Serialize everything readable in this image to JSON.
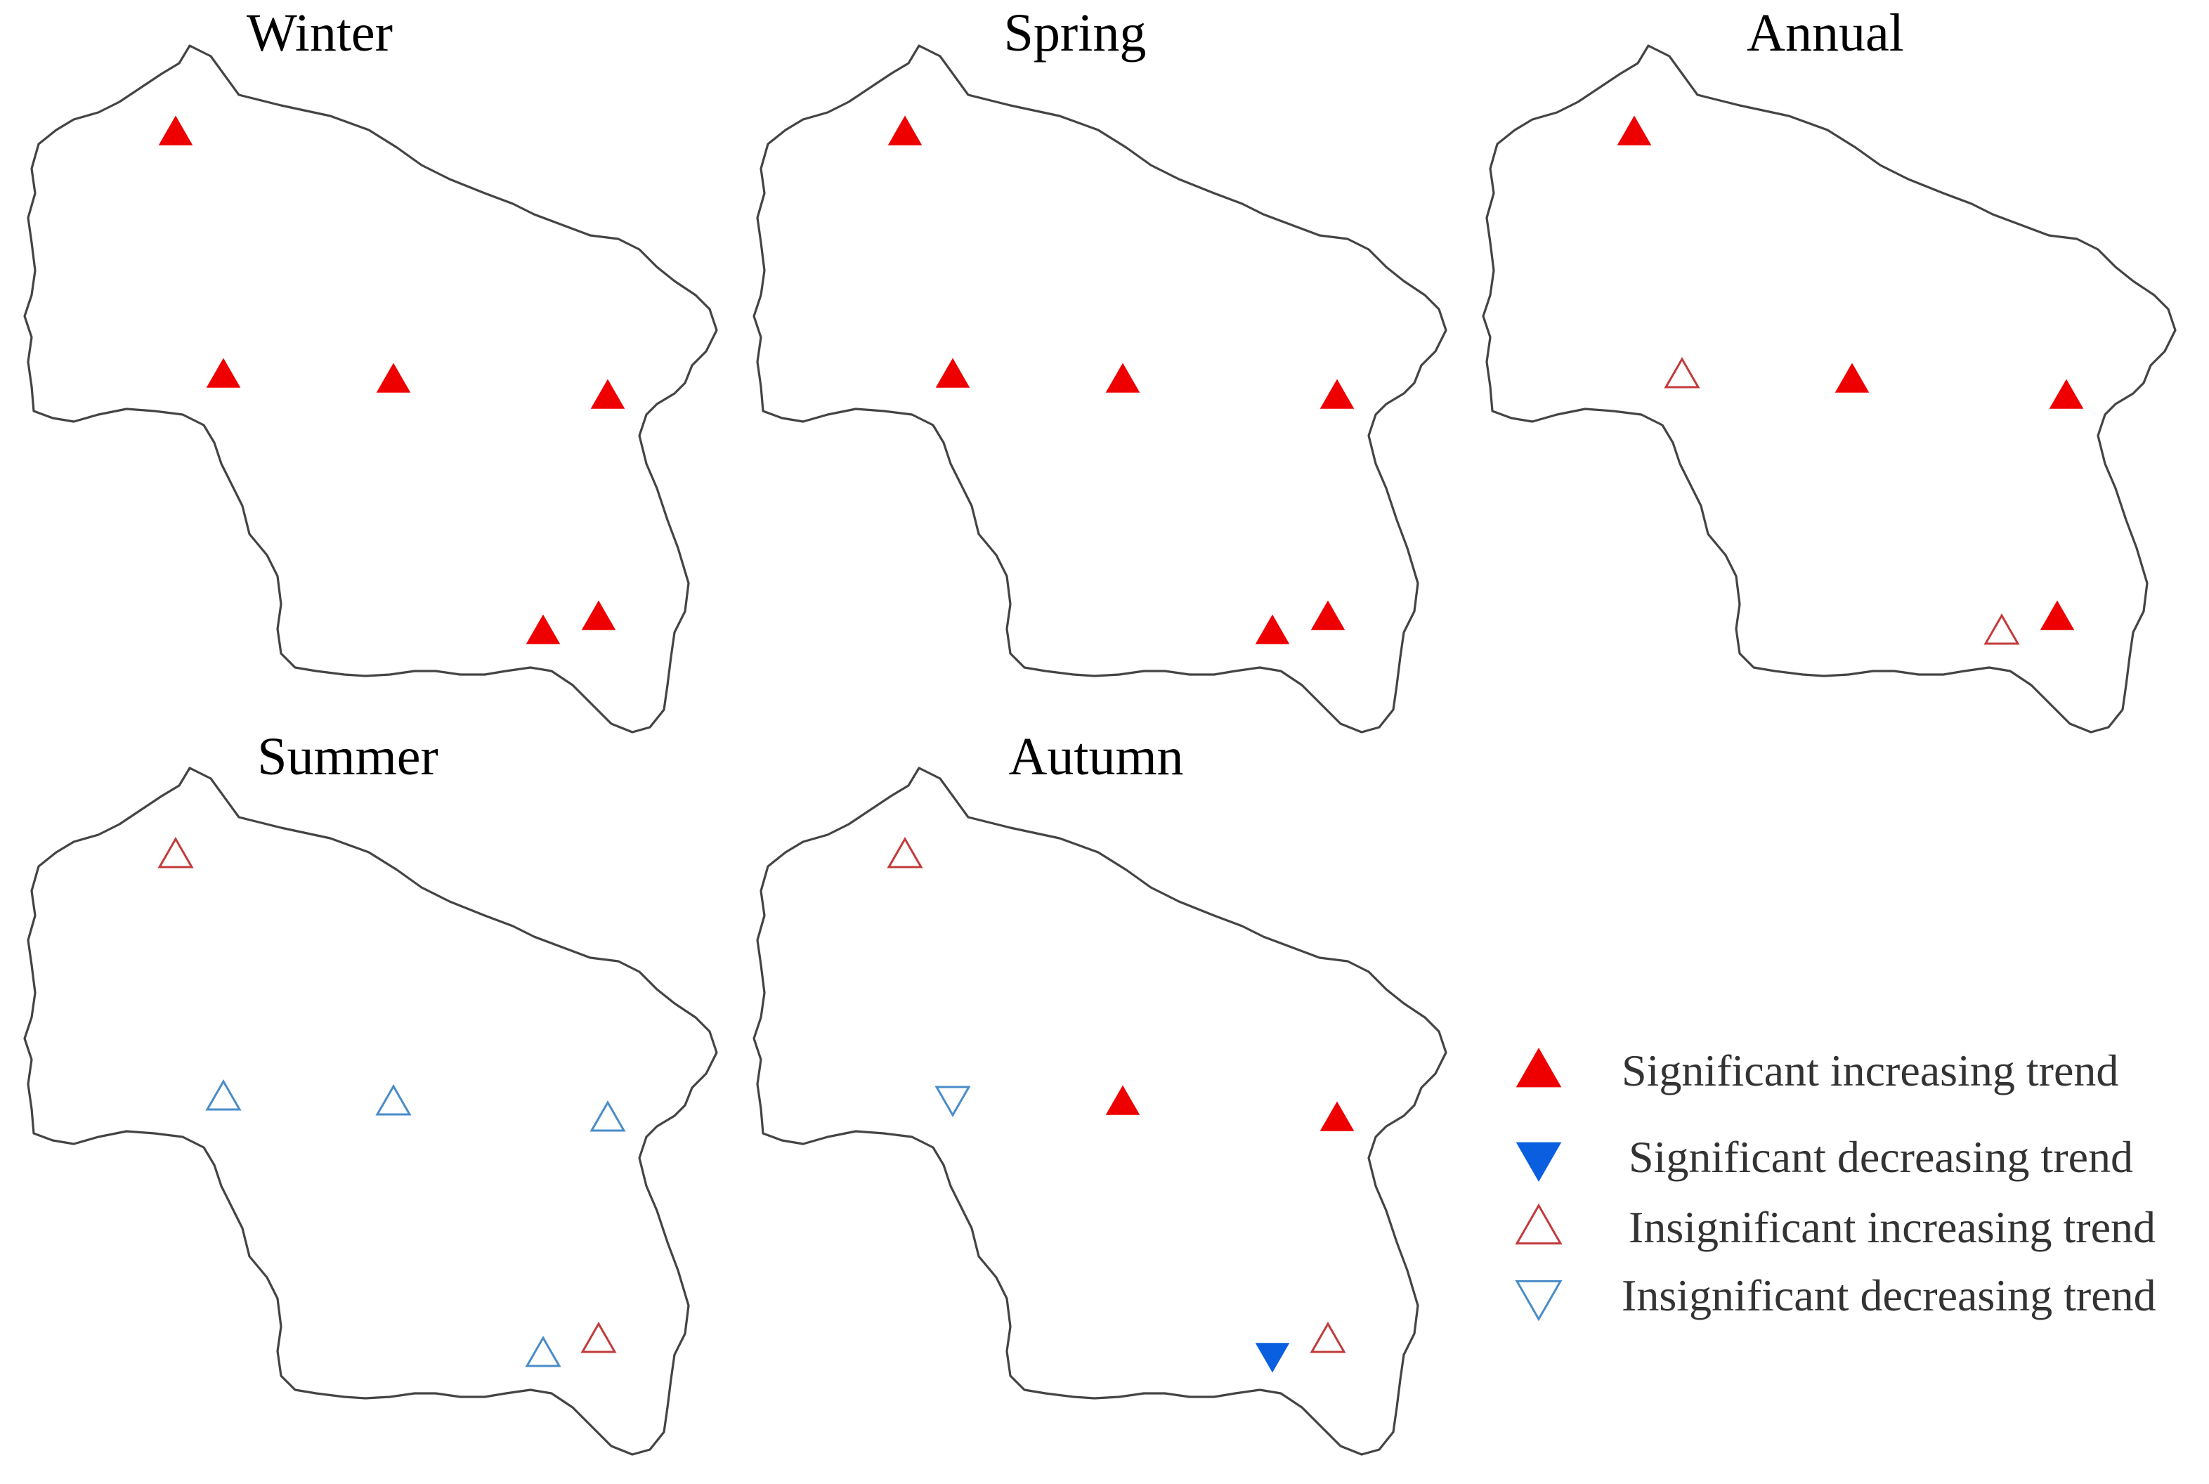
{
  "colors": {
    "sig_increase": "#ee0000",
    "sig_decrease": "#0a5fe0",
    "insig_increase": "#c23b3b",
    "insig_decrease": "#4a8cc8",
    "outline": "#444444"
  },
  "panels": [
    {
      "title": "Winter",
      "stations": [
        {
          "station": 1,
          "trend": "sig_increase"
        },
        {
          "station": 2,
          "trend": "sig_increase"
        },
        {
          "station": 3,
          "trend": "sig_increase"
        },
        {
          "station": 4,
          "trend": "sig_increase"
        },
        {
          "station": 5,
          "trend": "sig_increase"
        },
        {
          "station": 6,
          "trend": "sig_increase"
        }
      ]
    },
    {
      "title": "Spring",
      "stations": [
        {
          "station": 1,
          "trend": "sig_increase"
        },
        {
          "station": 2,
          "trend": "sig_increase"
        },
        {
          "station": 3,
          "trend": "sig_increase"
        },
        {
          "station": 4,
          "trend": "sig_increase"
        },
        {
          "station": 5,
          "trend": "sig_increase"
        },
        {
          "station": 6,
          "trend": "sig_increase"
        }
      ]
    },
    {
      "title": "Annual",
      "stations": [
        {
          "station": 1,
          "trend": "sig_increase"
        },
        {
          "station": 2,
          "trend": "insig_increase"
        },
        {
          "station": 3,
          "trend": "sig_increase"
        },
        {
          "station": 4,
          "trend": "sig_increase"
        },
        {
          "station": 5,
          "trend": "insig_increase"
        },
        {
          "station": 6,
          "trend": "sig_increase"
        }
      ]
    },
    {
      "title": "Summer",
      "stations": [
        {
          "station": 1,
          "trend": "insig_increase"
        },
        {
          "station": 2,
          "trend": "insig_increase_blue"
        },
        {
          "station": 3,
          "trend": "insig_increase_blue"
        },
        {
          "station": 4,
          "trend": "insig_increase_blue"
        },
        {
          "station": 5,
          "trend": "insig_increase_blue"
        },
        {
          "station": 6,
          "trend": "insig_increase"
        }
      ]
    },
    {
      "title": "Autumn",
      "stations": [
        {
          "station": 1,
          "trend": "insig_increase"
        },
        {
          "station": 2,
          "trend": "insig_decrease"
        },
        {
          "station": 3,
          "trend": "sig_increase"
        },
        {
          "station": 4,
          "trend": "sig_increase"
        },
        {
          "station": 5,
          "trend": "sig_decrease"
        },
        {
          "station": 6,
          "trend": "insig_increase"
        }
      ]
    }
  ],
  "legend": [
    {
      "trend": "sig_increase",
      "label": "Significant increasing trend"
    },
    {
      "trend": "sig_decrease",
      "label": "Significant decreasing trend"
    },
    {
      "trend": "insig_increase",
      "label": "Insignificant increasing trend"
    },
    {
      "trend": "insig_decrease",
      "label": "Insignificant decreasing trend"
    }
  ]
}
